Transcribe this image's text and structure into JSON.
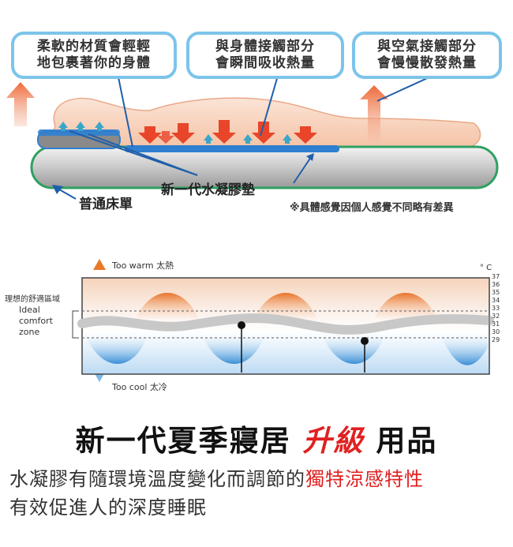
{
  "callouts": {
    "soft": [
      "柔軟的材質會輕輕",
      "地包裹著你的身體"
    ],
    "contact": [
      "與身體接觸部分",
      "會瞬間吸收熱量"
    ],
    "air": [
      "與空氣接觸部分",
      "會慢慢散發熱量"
    ]
  },
  "labels": {
    "sheet": "普通床單",
    "gel_pad": "新一代水凝膠墊",
    "note": "※具體感覺因個人感覺不同略有差異"
  },
  "chart": {
    "too_warm": "Too warm 太熱",
    "too_cool": "Too cool  太冷",
    "unit": "° C",
    "comfort_zh": "理想的舒適區域",
    "comfort_en": [
      "Ideal",
      "comfort",
      "zone"
    ],
    "ticks": [
      "37",
      "36",
      "35",
      "34",
      "33",
      "32",
      "31",
      "30",
      "29"
    ]
  },
  "headline": {
    "part1": "新一代夏季寢居 ",
    "highlight": "升級",
    "part2": " 用品"
  },
  "body": {
    "line1_part1": "水凝膠有隨環境溫度變化而調節的",
    "line1_red": "獨特涼感特性",
    "line2": "有效促進人的深度睡眠"
  },
  "colors": {
    "callout_border": "#7cc4ea",
    "gel_blue": "#2f7fd0",
    "warm_orange": "#e87a2a",
    "cool_blue": "#3a8fd6",
    "highlight_red": "#e02020"
  }
}
